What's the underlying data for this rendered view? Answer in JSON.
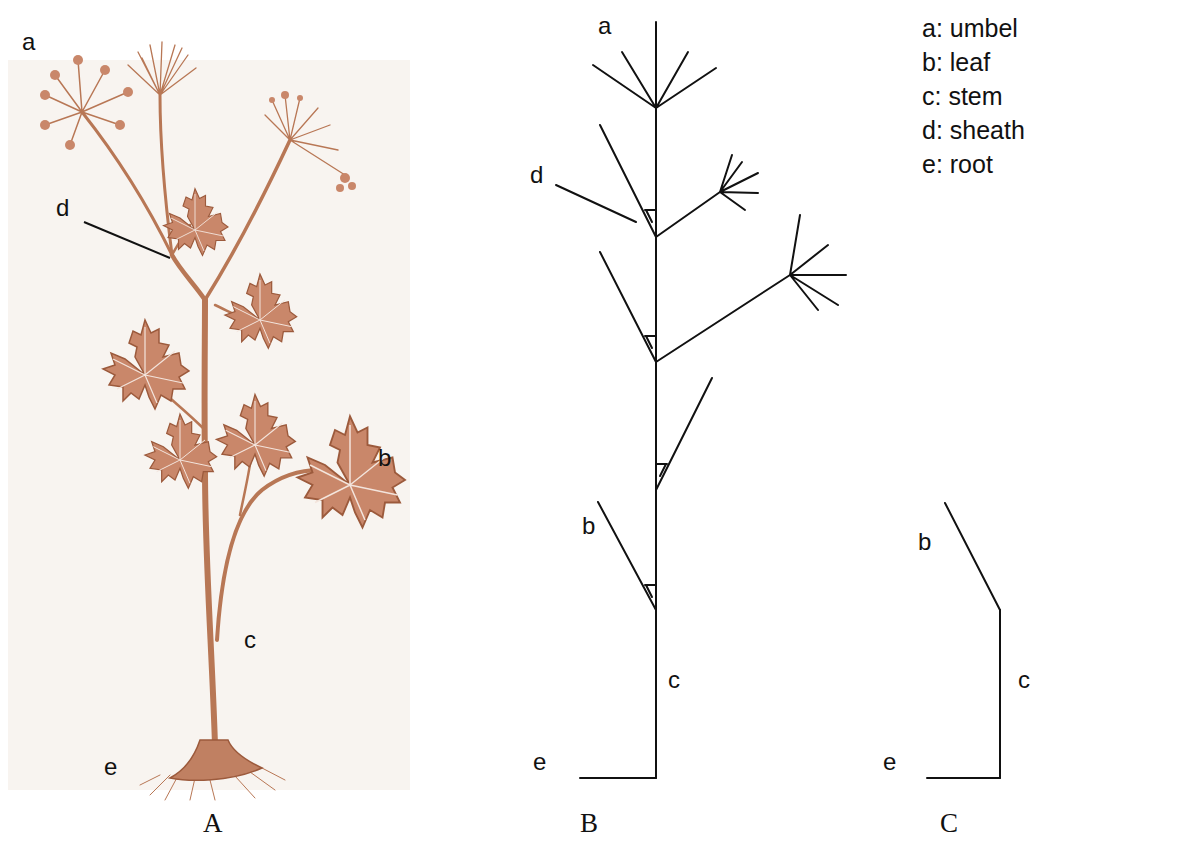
{
  "diagram": {
    "labels": [
      "a",
      "d",
      "b",
      "c",
      "e",
      "a",
      "d",
      "b",
      "c",
      "e",
      "b",
      "c",
      "e",
      "a: umbel",
      "b: leaf",
      "c: stem",
      "d: sheath",
      "e: root",
      "A",
      "B",
      "C"
    ]
  }
}
